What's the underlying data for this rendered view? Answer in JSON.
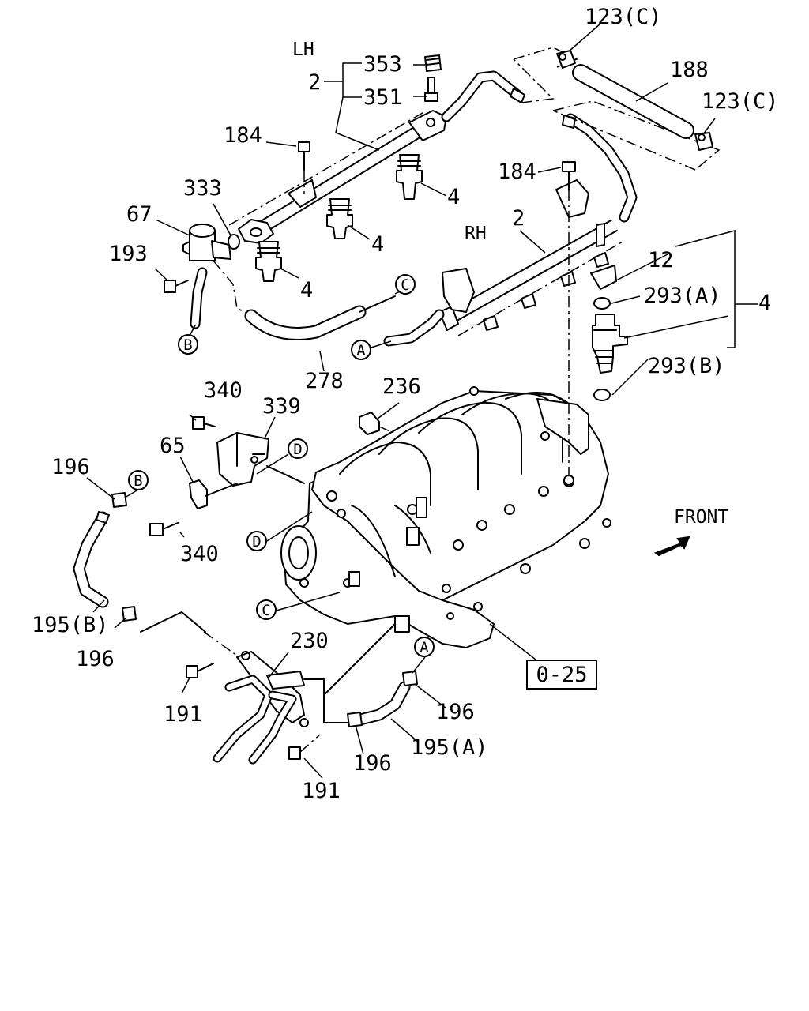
{
  "labels": {
    "lh": "LH",
    "rh": "RH",
    "front": "FRONT",
    "ref_box": "0-25",
    "p123c_top": "123(C)",
    "p123c_right": "123(C)",
    "p188": "188",
    "p353": "353",
    "p351": "351",
    "p2_lh": "2",
    "p2_rh": "2",
    "p184_left": "184",
    "p184_right": "184",
    "p333": "333",
    "p67": "67",
    "p193": "193",
    "p4_a": "4",
    "p4_b": "4",
    "p4_c": "4",
    "p4_right": "4",
    "p12": "12",
    "p293a": "293(A)",
    "p293b": "293(B)",
    "p278": "278",
    "p236": "236",
    "p340_top": "340",
    "p339": "339",
    "p65": "65",
    "p340_bottom": "340",
    "p196_top": "196",
    "p195b": "195(B)",
    "p196_mid": "196",
    "p230": "230",
    "p191_top": "191",
    "p191_bottom": "191",
    "p196_right": "196",
    "p196_bottom": "196",
    "p195a": "195(A)"
  },
  "connectors": {
    "a": "A",
    "b": "B",
    "c": "C",
    "d": "D"
  }
}
